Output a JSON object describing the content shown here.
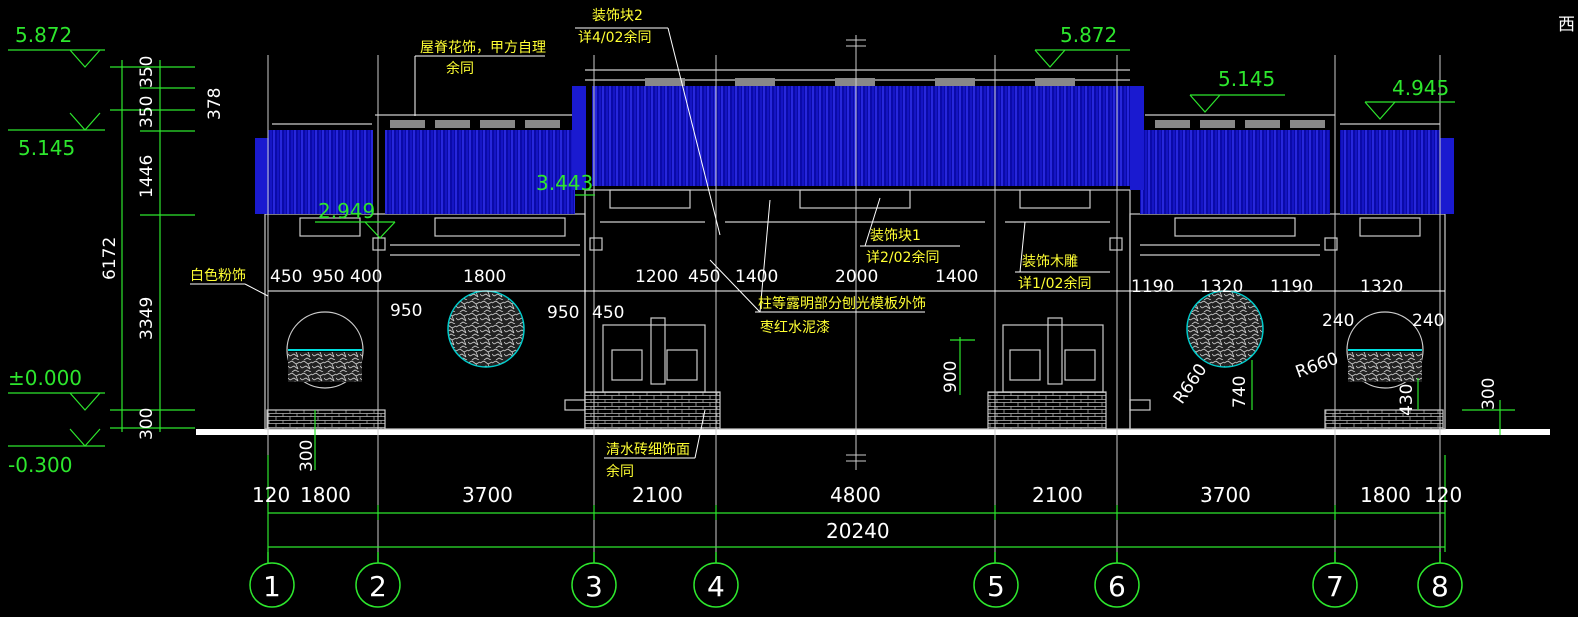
{
  "elevations": {
    "top_left": "5.872",
    "left_mid": "5.145",
    "left_eave": "2.949",
    "center_eave": "3.443",
    "zero": "±0.000",
    "ground": "-0.300",
    "center_top": "5.872",
    "right_mid": "5.145",
    "right_end": "4.945"
  },
  "vertical_dims": {
    "d1": "350",
    "d2": "350",
    "d3": "378",
    "d4": "1446",
    "d5": "6172",
    "d6": "3349",
    "d7": "300",
    "d8": "300",
    "d9": "900",
    "d10": "740",
    "d11": "430",
    "d12": "300"
  },
  "opening_dims": [
    "450",
    "950",
    "400",
    "1800",
    "950",
    "950",
    "450",
    "1200",
    "450",
    "1400",
    "2000",
    "1400",
    "1190",
    "1320",
    "1190",
    "1320",
    "240",
    "240"
  ],
  "radii": [
    "R660",
    "R660"
  ],
  "axis_dims": [
    "120",
    "1800",
    "3700",
    "2100",
    "4800",
    "2100",
    "3700",
    "1800",
    "120"
  ],
  "total_dim": "20240",
  "axes": [
    "1",
    "2",
    "3",
    "4",
    "5",
    "6",
    "7",
    "8"
  ],
  "annotations": {
    "ridge_note_1": "屋脊花饰，甲方自理",
    "ridge_note_2": "余同",
    "deco2_line1": "装饰块2",
    "deco2_line2": "详4/02余同",
    "deco1_line1": "装饰块1",
    "deco1_line2": "详2/02余同",
    "wood_line1": "装饰木雕",
    "wood_line2": "详1/02余同",
    "white_paint": "白色粉饰",
    "column_line1": "柱等露明部分刨光模板外饰",
    "column_line2": "枣红水泥漆",
    "brick_line1": "清水砖细饰面",
    "brick_line2": "余同",
    "corner_char": "西"
  }
}
